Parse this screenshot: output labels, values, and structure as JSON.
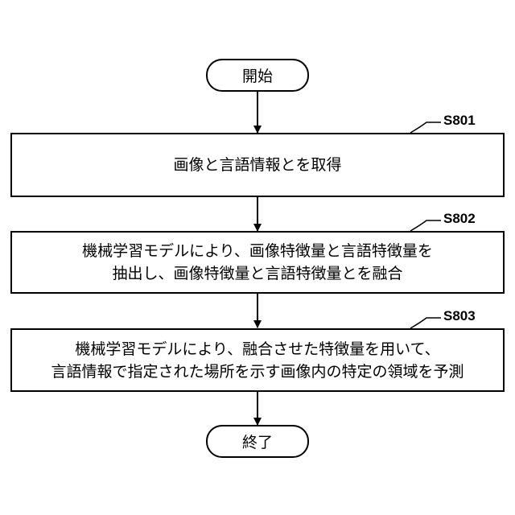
{
  "start": {
    "label": "開始"
  },
  "steps": [
    {
      "id": "S801",
      "lines": [
        "画像と言語情報とを取得"
      ]
    },
    {
      "id": "S802",
      "lines": [
        "機械学習モデルにより、画像特徴量と言語特徴量を",
        "抽出し、画像特徴量と言語特徴量とを融合"
      ]
    },
    {
      "id": "S803",
      "lines": [
        "機械学習モデルにより、融合させた特徴量を用いて、",
        "言語情報で指定された場所を示す画像内の特定の領域を予測"
      ]
    }
  ],
  "end": {
    "label": "終了"
  }
}
